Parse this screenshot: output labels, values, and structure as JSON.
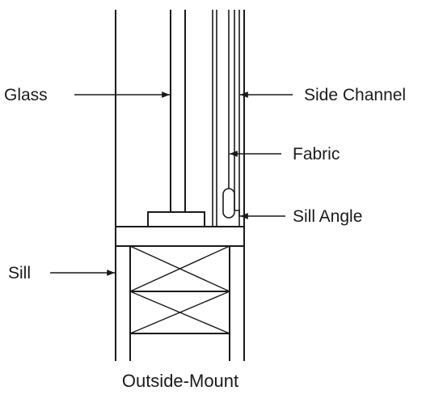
{
  "labels": {
    "glass": "Glass",
    "side_channel": "Side Channel",
    "fabric": "Fabric",
    "sill_angle": "Sill Angle",
    "sill": "Sill"
  },
  "caption": "Outside-Mount",
  "colors": {
    "line": "#1a1a1a",
    "background": "#ffffff"
  }
}
